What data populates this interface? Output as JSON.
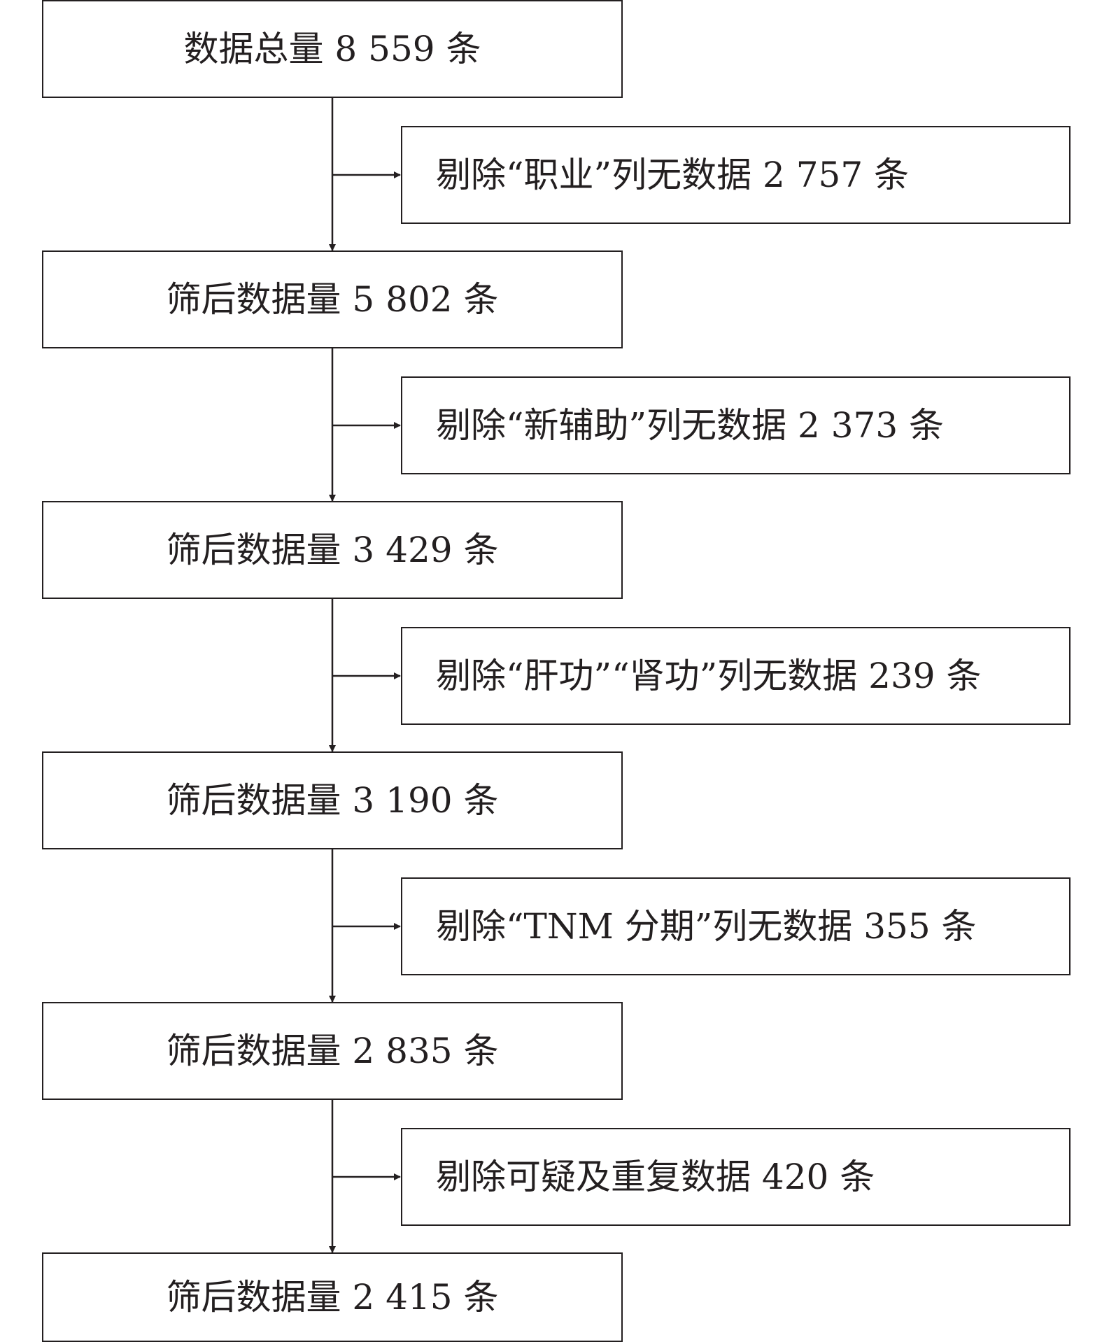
{
  "main_steps": [
    {
      "label": "数据总量 8 559 条"
    },
    {
      "label": "筛后数据量 5 802 条"
    },
    {
      "label": "筛后数据量 3 429 条"
    },
    {
      "label": "筛后数据量 3 190 条"
    },
    {
      "label": "筛后数据量 2 835 条"
    },
    {
      "label": "筛后数据量 2 415 条"
    }
  ],
  "exclusions": [
    {
      "label": "剔除“职业”列无数据 2 757 条"
    },
    {
      "label": "剔除“新辅助”列无数据 2 373 条"
    },
    {
      "label": "剔除“肝功”“肾功”列无数据 239 条"
    },
    {
      "label": "剔除“TNM 分期”列无数据 355 条"
    },
    {
      "label": "剔除可疑及重复数据 420 条"
    }
  ],
  "colors": {
    "stroke": "#231f20",
    "background": "#ffffff"
  }
}
